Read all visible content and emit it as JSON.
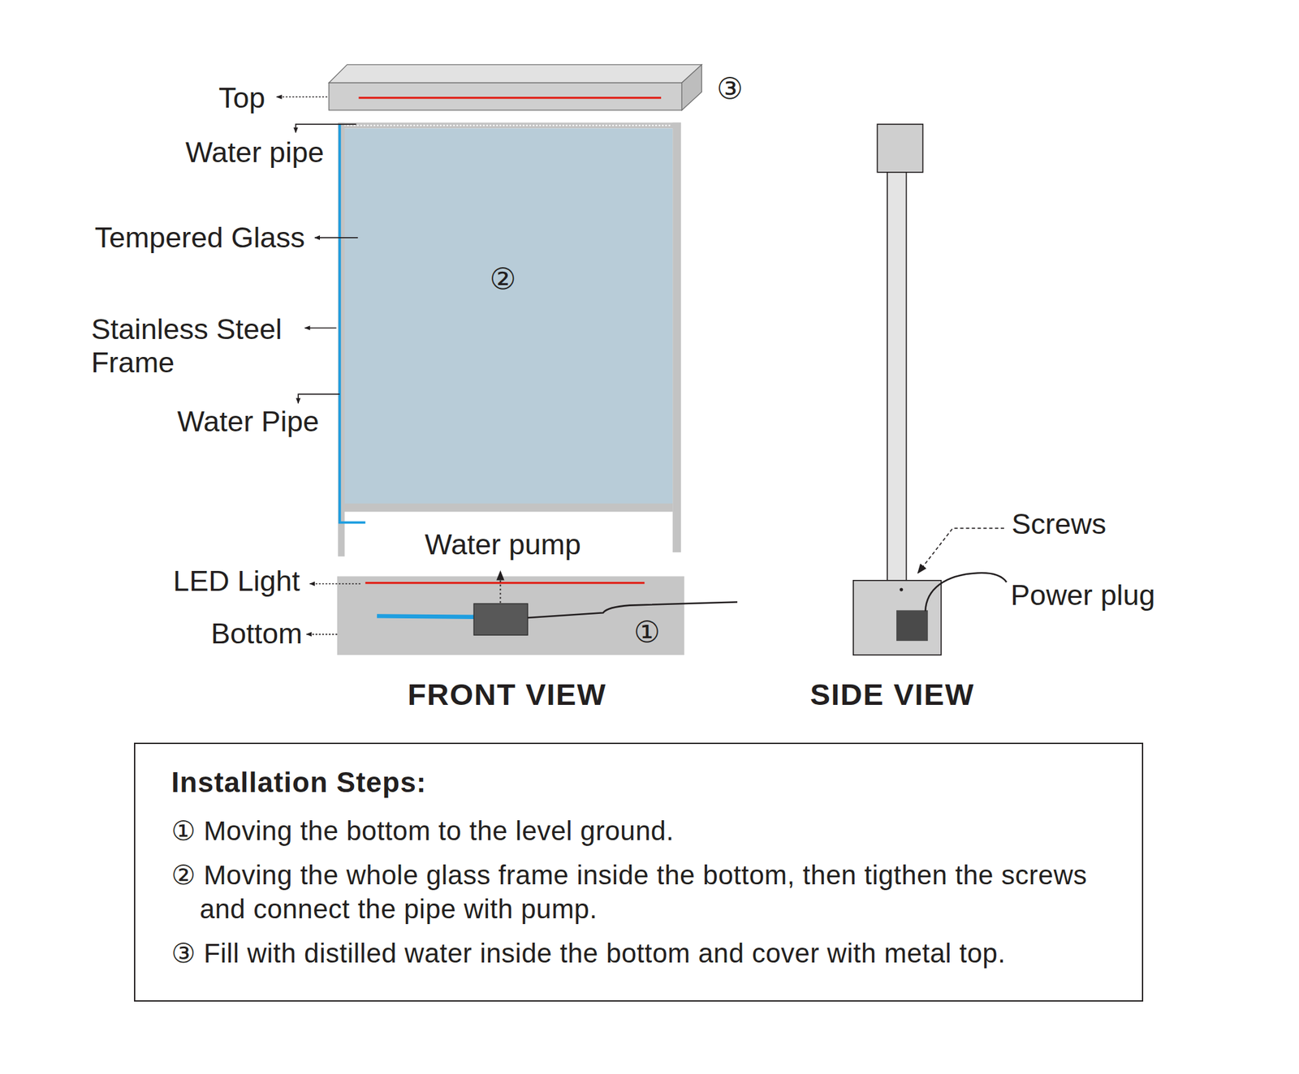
{
  "diagram": {
    "nodes": [
      {
        "text": [
          "②"
        ]
      },
      {
        "text": [
          "①"
        ]
      },
      {
        "text": [
          "Installation Steps:",
          "① Moving the bottom to the level ground.",
          "② Moving the whole glass frame inside the bottom, then tigthen the screws and connect the pipe with pump.",
          "③ Fill with distilled water inside the bottom and cover with metal top."
        ]
      }
    ],
    "labels": [
      "Top",
      "③",
      "Water pipe",
      "Tempered Glass",
      "Stainless Steel Frame",
      "Water Pipe",
      "Water pump",
      "LED Light",
      "Bottom",
      "FRONT VIEW",
      "Screws",
      "Power plug",
      "SIDE VIEW"
    ]
  }
}
